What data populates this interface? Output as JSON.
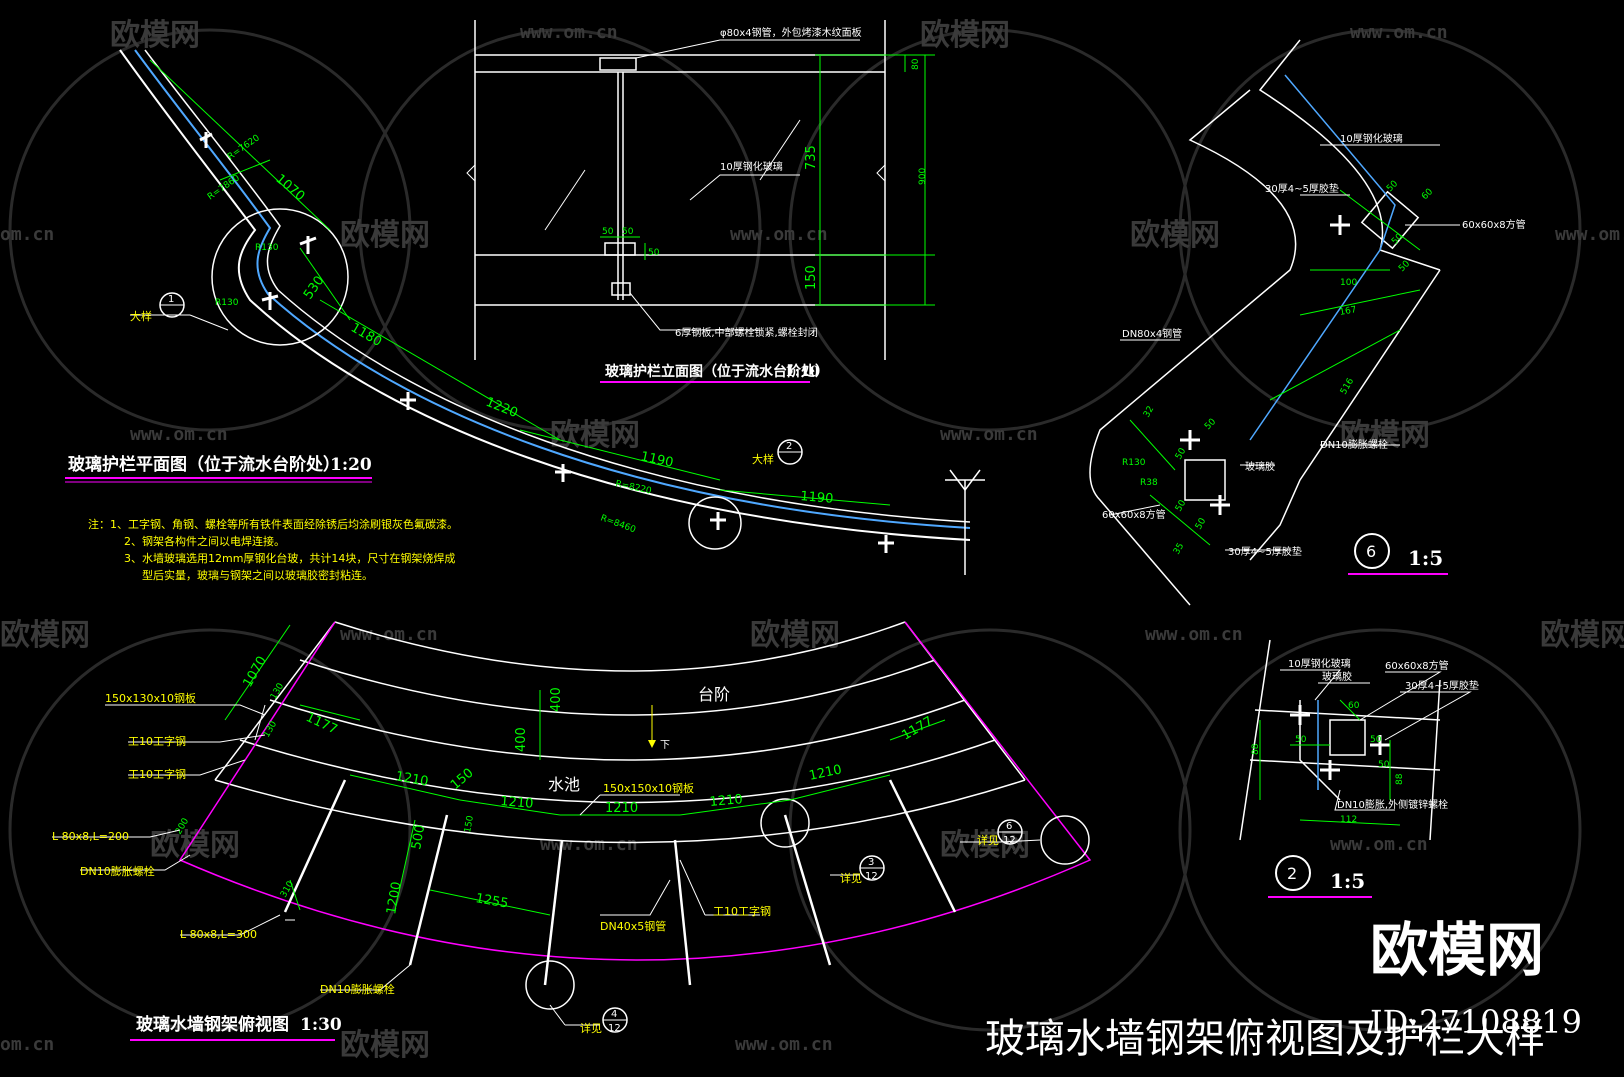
{
  "watermark": {
    "brand": "欧模网",
    "url": "www.om.cn",
    "url_short": "om.cn"
  },
  "plan_view": {
    "title": "玻璃护栏平面图（位于流水台阶处）",
    "scale": "1:20",
    "dims": [
      "1070",
      "R=7620",
      "R=7860",
      "R130",
      "R130",
      "530",
      "1180",
      "1220",
      "1190",
      "R=8220",
      "R=8460",
      "1190"
    ],
    "callout_label": "大样",
    "callout_1": "1",
    "callout_2": "2"
  },
  "elevation_view": {
    "title": "玻璃护栏立面图（位于流水台阶处）",
    "scale": "1:10",
    "top_note": "φ80x4钢管，外包烤漆木纹面板",
    "glass_note": "10厚钢化玻璃",
    "bolt_note": "6厚钢板,中部螺栓锁紧,螺栓封闭",
    "dims": [
      "80",
      "735",
      "900",
      "150",
      "50",
      "50",
      "50"
    ]
  },
  "notes": {
    "lines": [
      "注：1、工字钢、角钢、螺栓等所有铁件表面经除锈后均涂刷银灰色氟碳漆。",
      "2、钢架各构件之间以电焊连接。",
      "3、水墙玻璃选用12mm厚钢化台玻，共计14块，尺寸在钢架烧焊成",
      "型后实量，玻璃与钢架之间以玻璃胶密封粘连。"
    ]
  },
  "top_view": {
    "title": "玻璃水墙钢架俯视图",
    "scale": "1:30",
    "step_label": "台阶",
    "down_label": "下",
    "pool_label": "水池",
    "labels": [
      "150x130x10钢板",
      "工10工字钢",
      "工10工字钢",
      "L 80x8,L=200",
      "DN10膨胀螺栓",
      "L 80x8,L=300",
      "DN10膨胀螺栓",
      "150x150x10钢板",
      "DN40x5钢管",
      "工10工字钢",
      "详见",
      "详见",
      "详见"
    ],
    "dims": [
      "1070",
      "130",
      "130",
      "1177",
      "400",
      "400",
      "1210",
      "150",
      "1210",
      "1210",
      "1210",
      "1210",
      "1177",
      "500",
      "150",
      "1200",
      "1255",
      "200",
      "310"
    ],
    "detail_refs": [
      {
        "num": "6",
        "den": "12"
      },
      {
        "num": "3",
        "den": "12"
      },
      {
        "num": "4",
        "den": "12"
      }
    ]
  },
  "detail_6": {
    "number": "6",
    "scale": "1:5",
    "labels": [
      "10厚钢化玻璃",
      "30厚4~5厚胶垫",
      "60x60x8方管",
      "DN80x4钢管",
      "DN10膨胀螺栓",
      "60x60x8方管",
      "30厚4~5厚胶垫",
      "玻璃胶"
    ],
    "dims": [
      "50",
      "60",
      "50",
      "50",
      "100",
      "167",
      "516",
      "32",
      "50",
      "50",
      "R130",
      "R38",
      "50",
      "50",
      "35"
    ]
  },
  "detail_2": {
    "number": "2",
    "scale": "1:5",
    "labels": [
      "10厚钢化玻璃",
      "玻璃胶",
      "60x60x8方管",
      "30厚4~5厚胶垫",
      "DN10膨胀,外侧镀锌螺栓"
    ],
    "dims": [
      "60",
      "50",
      "50",
      "50",
      "88",
      "88",
      "112"
    ]
  },
  "brand_block": {
    "logo_text": "欧模网",
    "id_text": "ID:27108819",
    "bottom_title": "玻璃水墙钢架俯视图及护栏大样"
  },
  "colors": {
    "background": "#000000",
    "line": "#ffffff",
    "dimension": "#00ff00",
    "note": "#ffff00",
    "glass": "#4fa8ff",
    "title_underline": "#ff00ff",
    "watermark": "#3a3a3a"
  }
}
